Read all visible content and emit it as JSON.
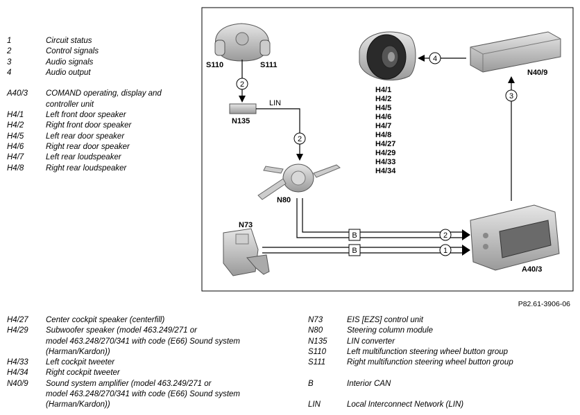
{
  "legend_top": [
    {
      "code": "1",
      "desc": "Circuit status"
    },
    {
      "code": "2",
      "desc": "Control signals"
    },
    {
      "code": "3",
      "desc": "Audio signals"
    },
    {
      "code": "4",
      "desc": "Audio output"
    },
    {
      "code": "",
      "desc": ""
    },
    {
      "code": "A40/3",
      "desc": "COMAND operating, display and\ncontroller unit"
    },
    {
      "code": "H4/1",
      "desc": "Left front door speaker"
    },
    {
      "code": "H4/2",
      "desc": "Right front door speaker"
    },
    {
      "code": "H4/5",
      "desc": "Left rear door speaker"
    },
    {
      "code": "H4/6",
      "desc": "Right rear door speaker"
    },
    {
      "code": "H4/7",
      "desc": "Left rear loudspeaker"
    },
    {
      "code": "H4/8",
      "desc": "Right rear loudspeaker"
    }
  ],
  "legend_bottom_left": [
    {
      "code": "H4/27",
      "desc": "Center cockpit speaker (centerfill)"
    },
    {
      "code": "H4/29",
      "desc": "Subwoofer speaker (model 463.249/271 or\nmodel 463.248/270/341 with code (E66) Sound system\n(Harman/Kardon))"
    },
    {
      "code": "H4/33",
      "desc": "Left cockpit tweeter"
    },
    {
      "code": "H4/34",
      "desc": "Right cockpit tweeter"
    },
    {
      "code": "N40/9",
      "desc": "Sound system amplifier (model 463.249/271 or\nmodel 463.248/270/341 with code (E66) Sound system\n(Harman/Kardon))"
    }
  ],
  "legend_bottom_right": [
    {
      "code": "N73",
      "desc": "EIS [EZS] control unit"
    },
    {
      "code": "N80",
      "desc": "Steering column module"
    },
    {
      "code": "N135",
      "desc": "LIN converter"
    },
    {
      "code": "S110",
      "desc": "Left multifunction steering wheel button group"
    },
    {
      "code": "S111",
      "desc": "Right multifunction steering wheel button group"
    },
    {
      "code": "",
      "desc": ""
    },
    {
      "code": "B",
      "desc": "Interior CAN"
    },
    {
      "code": "",
      "desc": ""
    },
    {
      "code": "LIN",
      "desc": "Local Interconnect Network (LIN)"
    }
  ],
  "figure_ref": "P82.61-3906-06",
  "diagram": {
    "s110": "S110",
    "s111": "S111",
    "n135": "N135",
    "lin": "LIN",
    "n80": "N80",
    "n73": "N73",
    "a40_3": "A40/3",
    "n40_9": "N40/9",
    "bus_b": "B",
    "n1": "1",
    "n2": "2",
    "n3": "3",
    "n4": "4",
    "speakers": [
      "H4/1",
      "H4/2",
      "H4/5",
      "H4/6",
      "H4/7",
      "H4/8",
      "H4/27",
      "H4/29",
      "H4/33",
      "H4/34"
    ]
  }
}
